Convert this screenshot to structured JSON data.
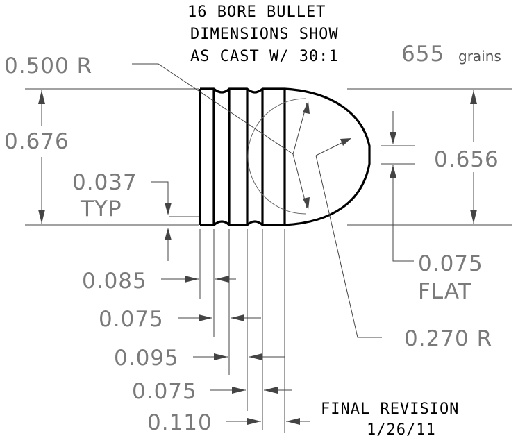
{
  "title": {
    "line1": "16 BORE BULLET",
    "line2": "DIMENSIONS SHOW",
    "line3": "AS CAST W/ 30:1"
  },
  "weight": {
    "value": "655",
    "unit": "grains"
  },
  "dimensions": {
    "nose_radius": "0.500 R",
    "body_diameter": "0.676",
    "groove_depth": "0.037",
    "groove_depth_note": "TYP",
    "nose_diameter": "0.656",
    "meplat": "0.075",
    "meplat_note": "FLAT",
    "ogive_radius": "0.270 R",
    "band_1": "0.085",
    "groove_1": "0.075",
    "band_2": "0.095",
    "groove_2": "0.075",
    "band_3": "0.110"
  },
  "revision": {
    "label": "FINAL REVISION",
    "date": "1/26/11"
  },
  "colors": {
    "outline": "#000000",
    "dimension_text": "#7a7a7a"
  }
}
